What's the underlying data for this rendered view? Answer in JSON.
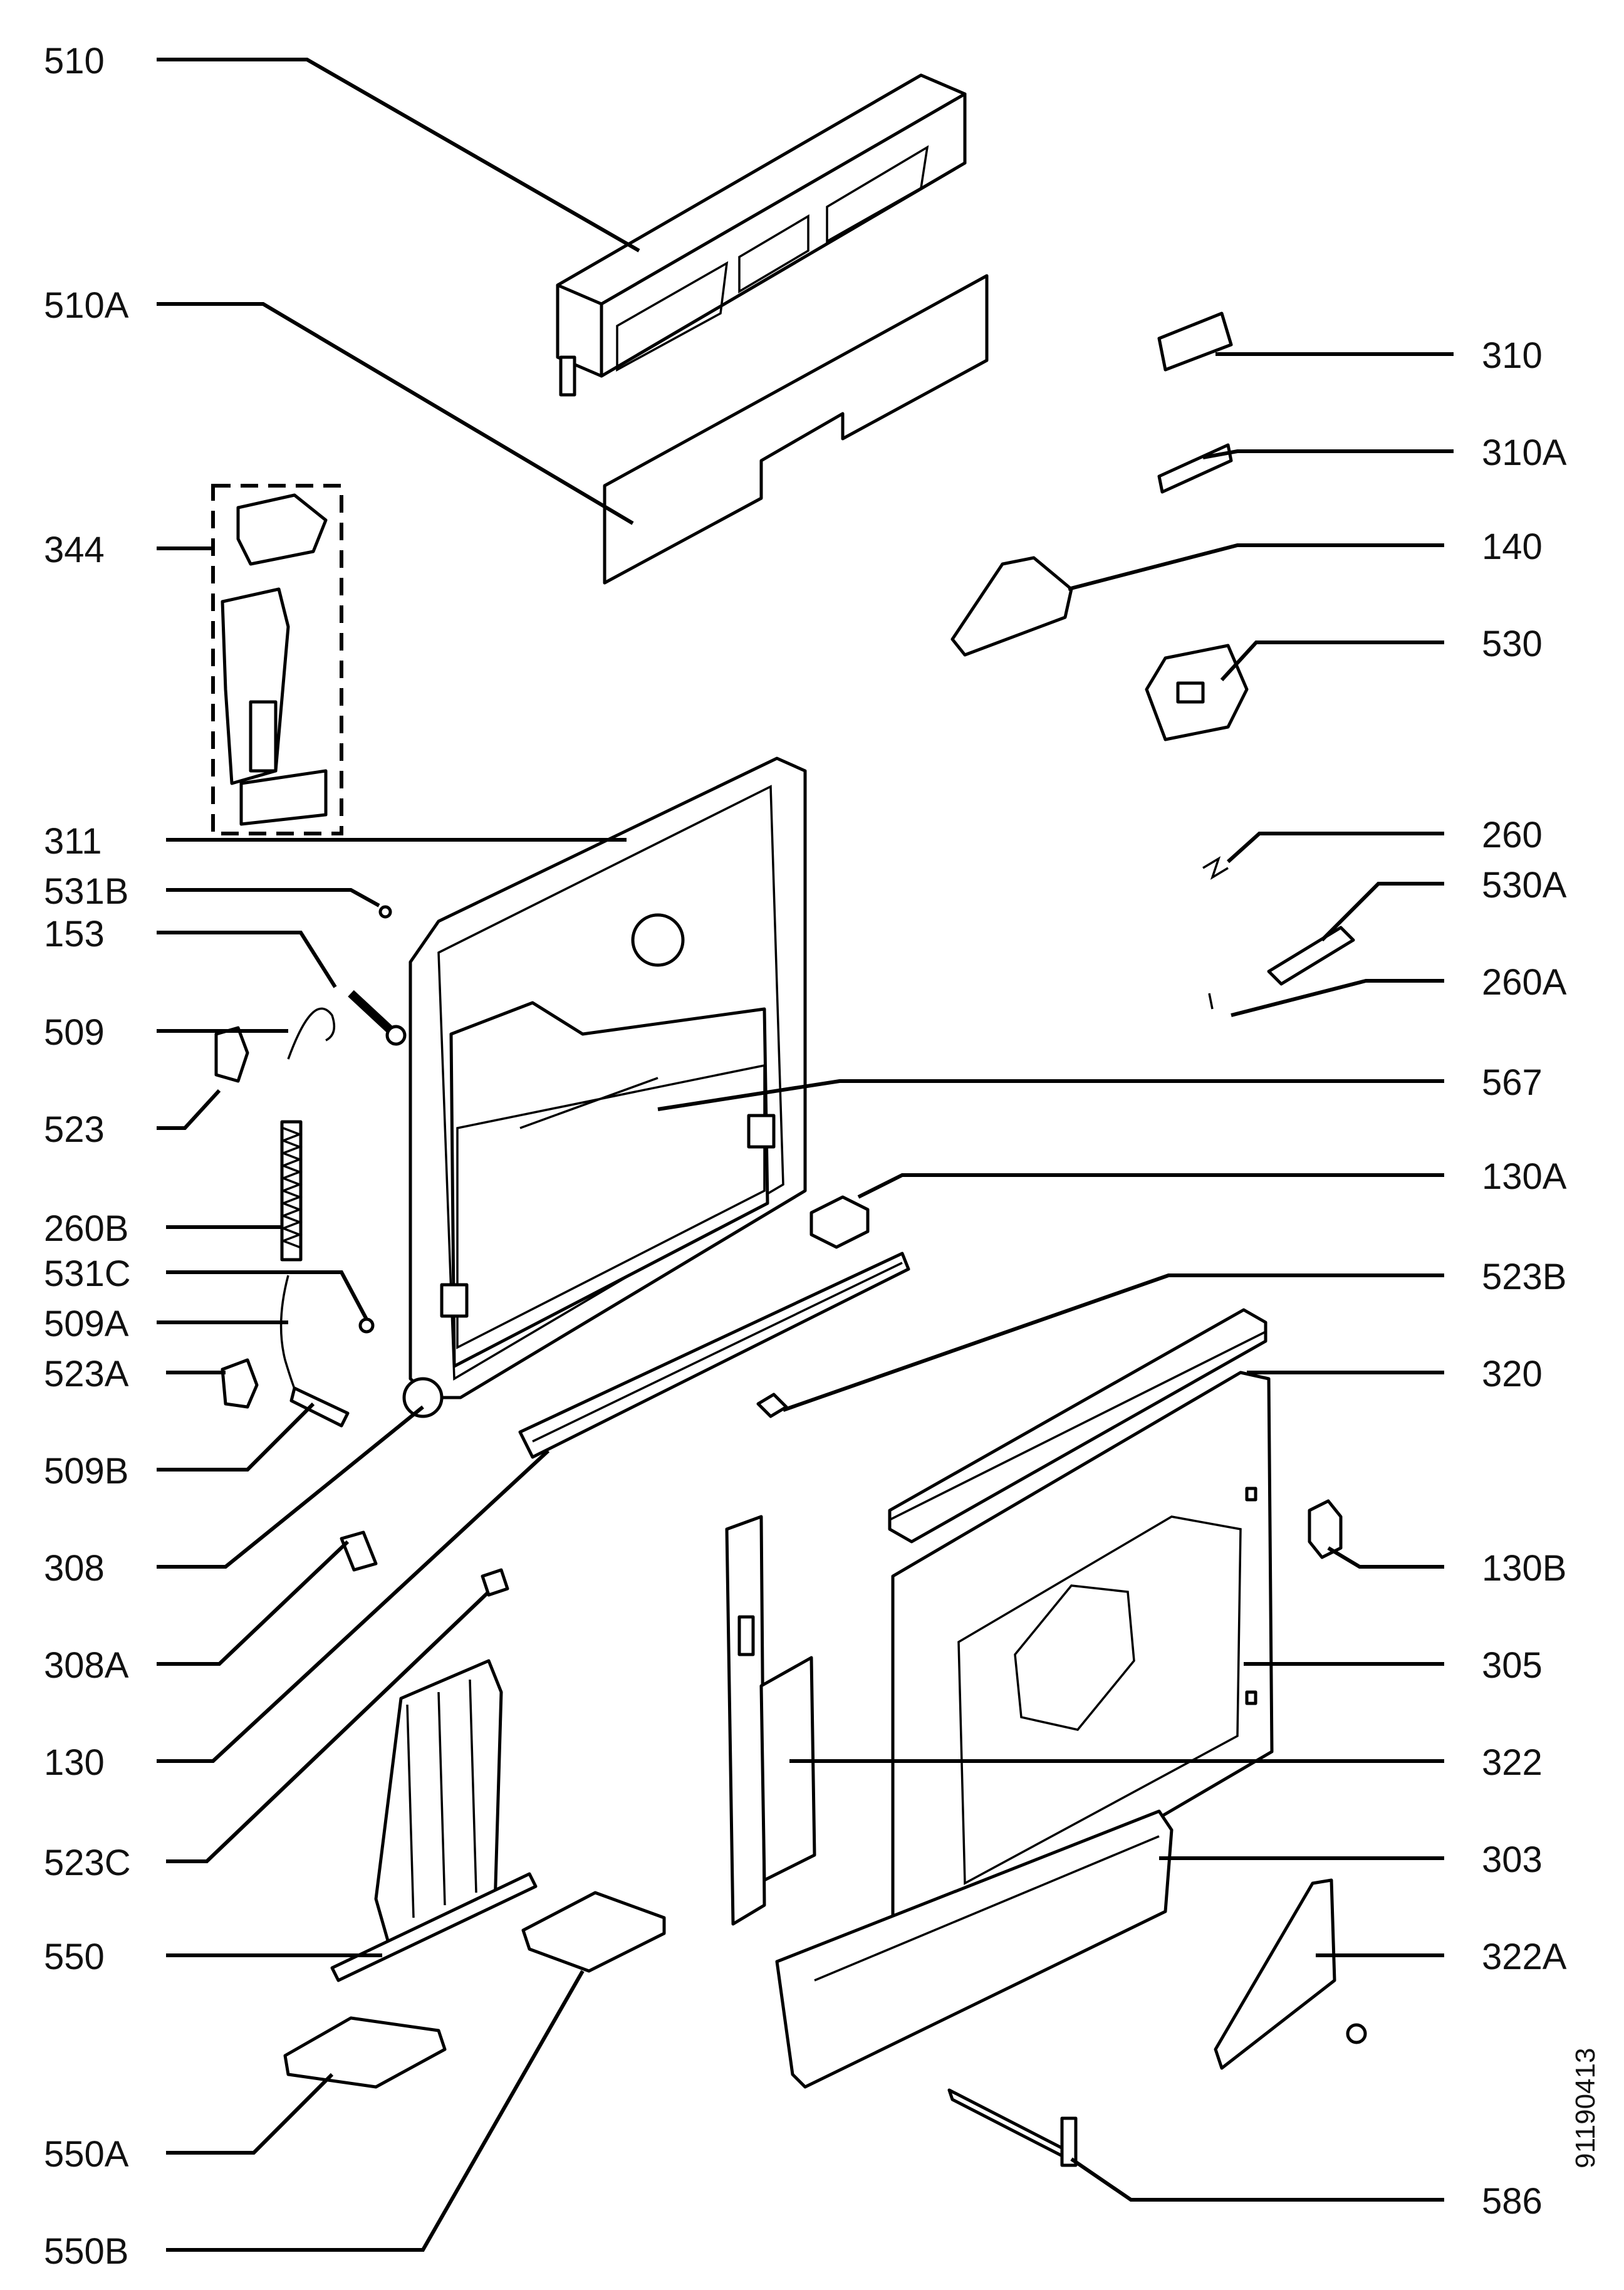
{
  "callouts": [
    {
      "id": "510",
      "text": "510"
    },
    {
      "id": "510A",
      "text": "510A"
    },
    {
      "id": "344",
      "text": "344"
    },
    {
      "id": "311",
      "text": "311"
    },
    {
      "id": "531B",
      "text": "531B"
    },
    {
      "id": "153",
      "text": "153"
    },
    {
      "id": "509",
      "text": "509"
    },
    {
      "id": "523",
      "text": "523"
    },
    {
      "id": "260B",
      "text": "260B"
    },
    {
      "id": "531C",
      "text": "531C"
    },
    {
      "id": "509A",
      "text": "509A"
    },
    {
      "id": "523A",
      "text": "523A"
    },
    {
      "id": "509B",
      "text": "509B"
    },
    {
      "id": "308",
      "text": "308"
    },
    {
      "id": "308A",
      "text": "308A"
    },
    {
      "id": "130",
      "text": "130"
    },
    {
      "id": "523C",
      "text": "523C"
    },
    {
      "id": "550",
      "text": "550"
    },
    {
      "id": "550A",
      "text": "550A"
    },
    {
      "id": "550B",
      "text": "550B"
    },
    {
      "id": "310",
      "text": "310"
    },
    {
      "id": "310A",
      "text": "310A"
    },
    {
      "id": "140",
      "text": "140"
    },
    {
      "id": "530",
      "text": "530"
    },
    {
      "id": "260",
      "text": "260"
    },
    {
      "id": "530A",
      "text": "530A"
    },
    {
      "id": "260A",
      "text": "260A"
    },
    {
      "id": "567",
      "text": "567"
    },
    {
      "id": "130A",
      "text": "130A"
    },
    {
      "id": "523B",
      "text": "523B"
    },
    {
      "id": "320",
      "text": "320"
    },
    {
      "id": "130B",
      "text": "130B"
    },
    {
      "id": "305",
      "text": "305"
    },
    {
      "id": "322",
      "text": "322"
    },
    {
      "id": "303",
      "text": "303"
    },
    {
      "id": "322A",
      "text": "322A"
    },
    {
      "id": "586",
      "text": "586"
    }
  ],
  "drawing_code": "91190413"
}
